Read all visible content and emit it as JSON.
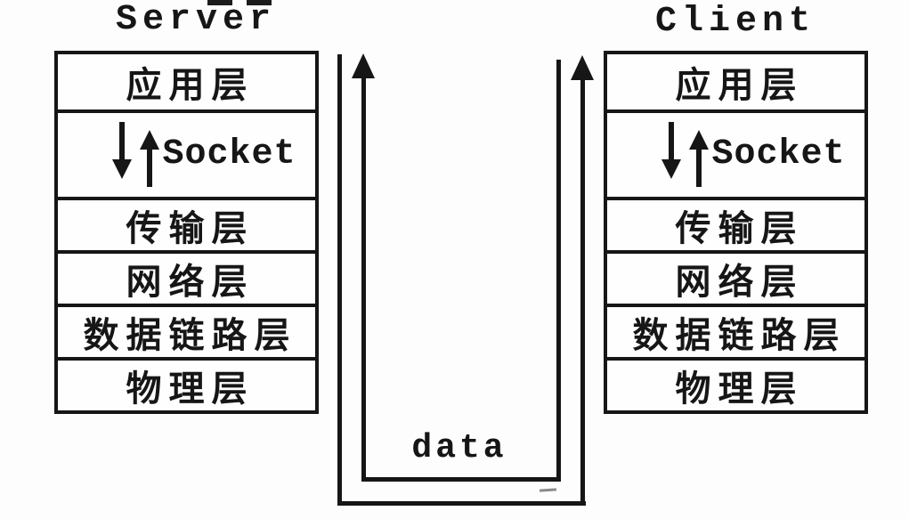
{
  "server_stack": {
    "title": "Server",
    "layers": {
      "application": "应用层",
      "socket": "Socket",
      "transport": "传输层",
      "network": "网络层",
      "datalink": "数据链路层",
      "physical": "物理层"
    }
  },
  "client_stack": {
    "title": "Client",
    "layers": {
      "application": "应用层",
      "socket": "Socket",
      "transport": "传输层",
      "network": "网络层",
      "datalink": "数据链路层",
      "physical": "物理层"
    }
  },
  "connector": {
    "data_label": "data"
  },
  "colors": {
    "ink": "#161616",
    "background": "#fdfdfd"
  }
}
